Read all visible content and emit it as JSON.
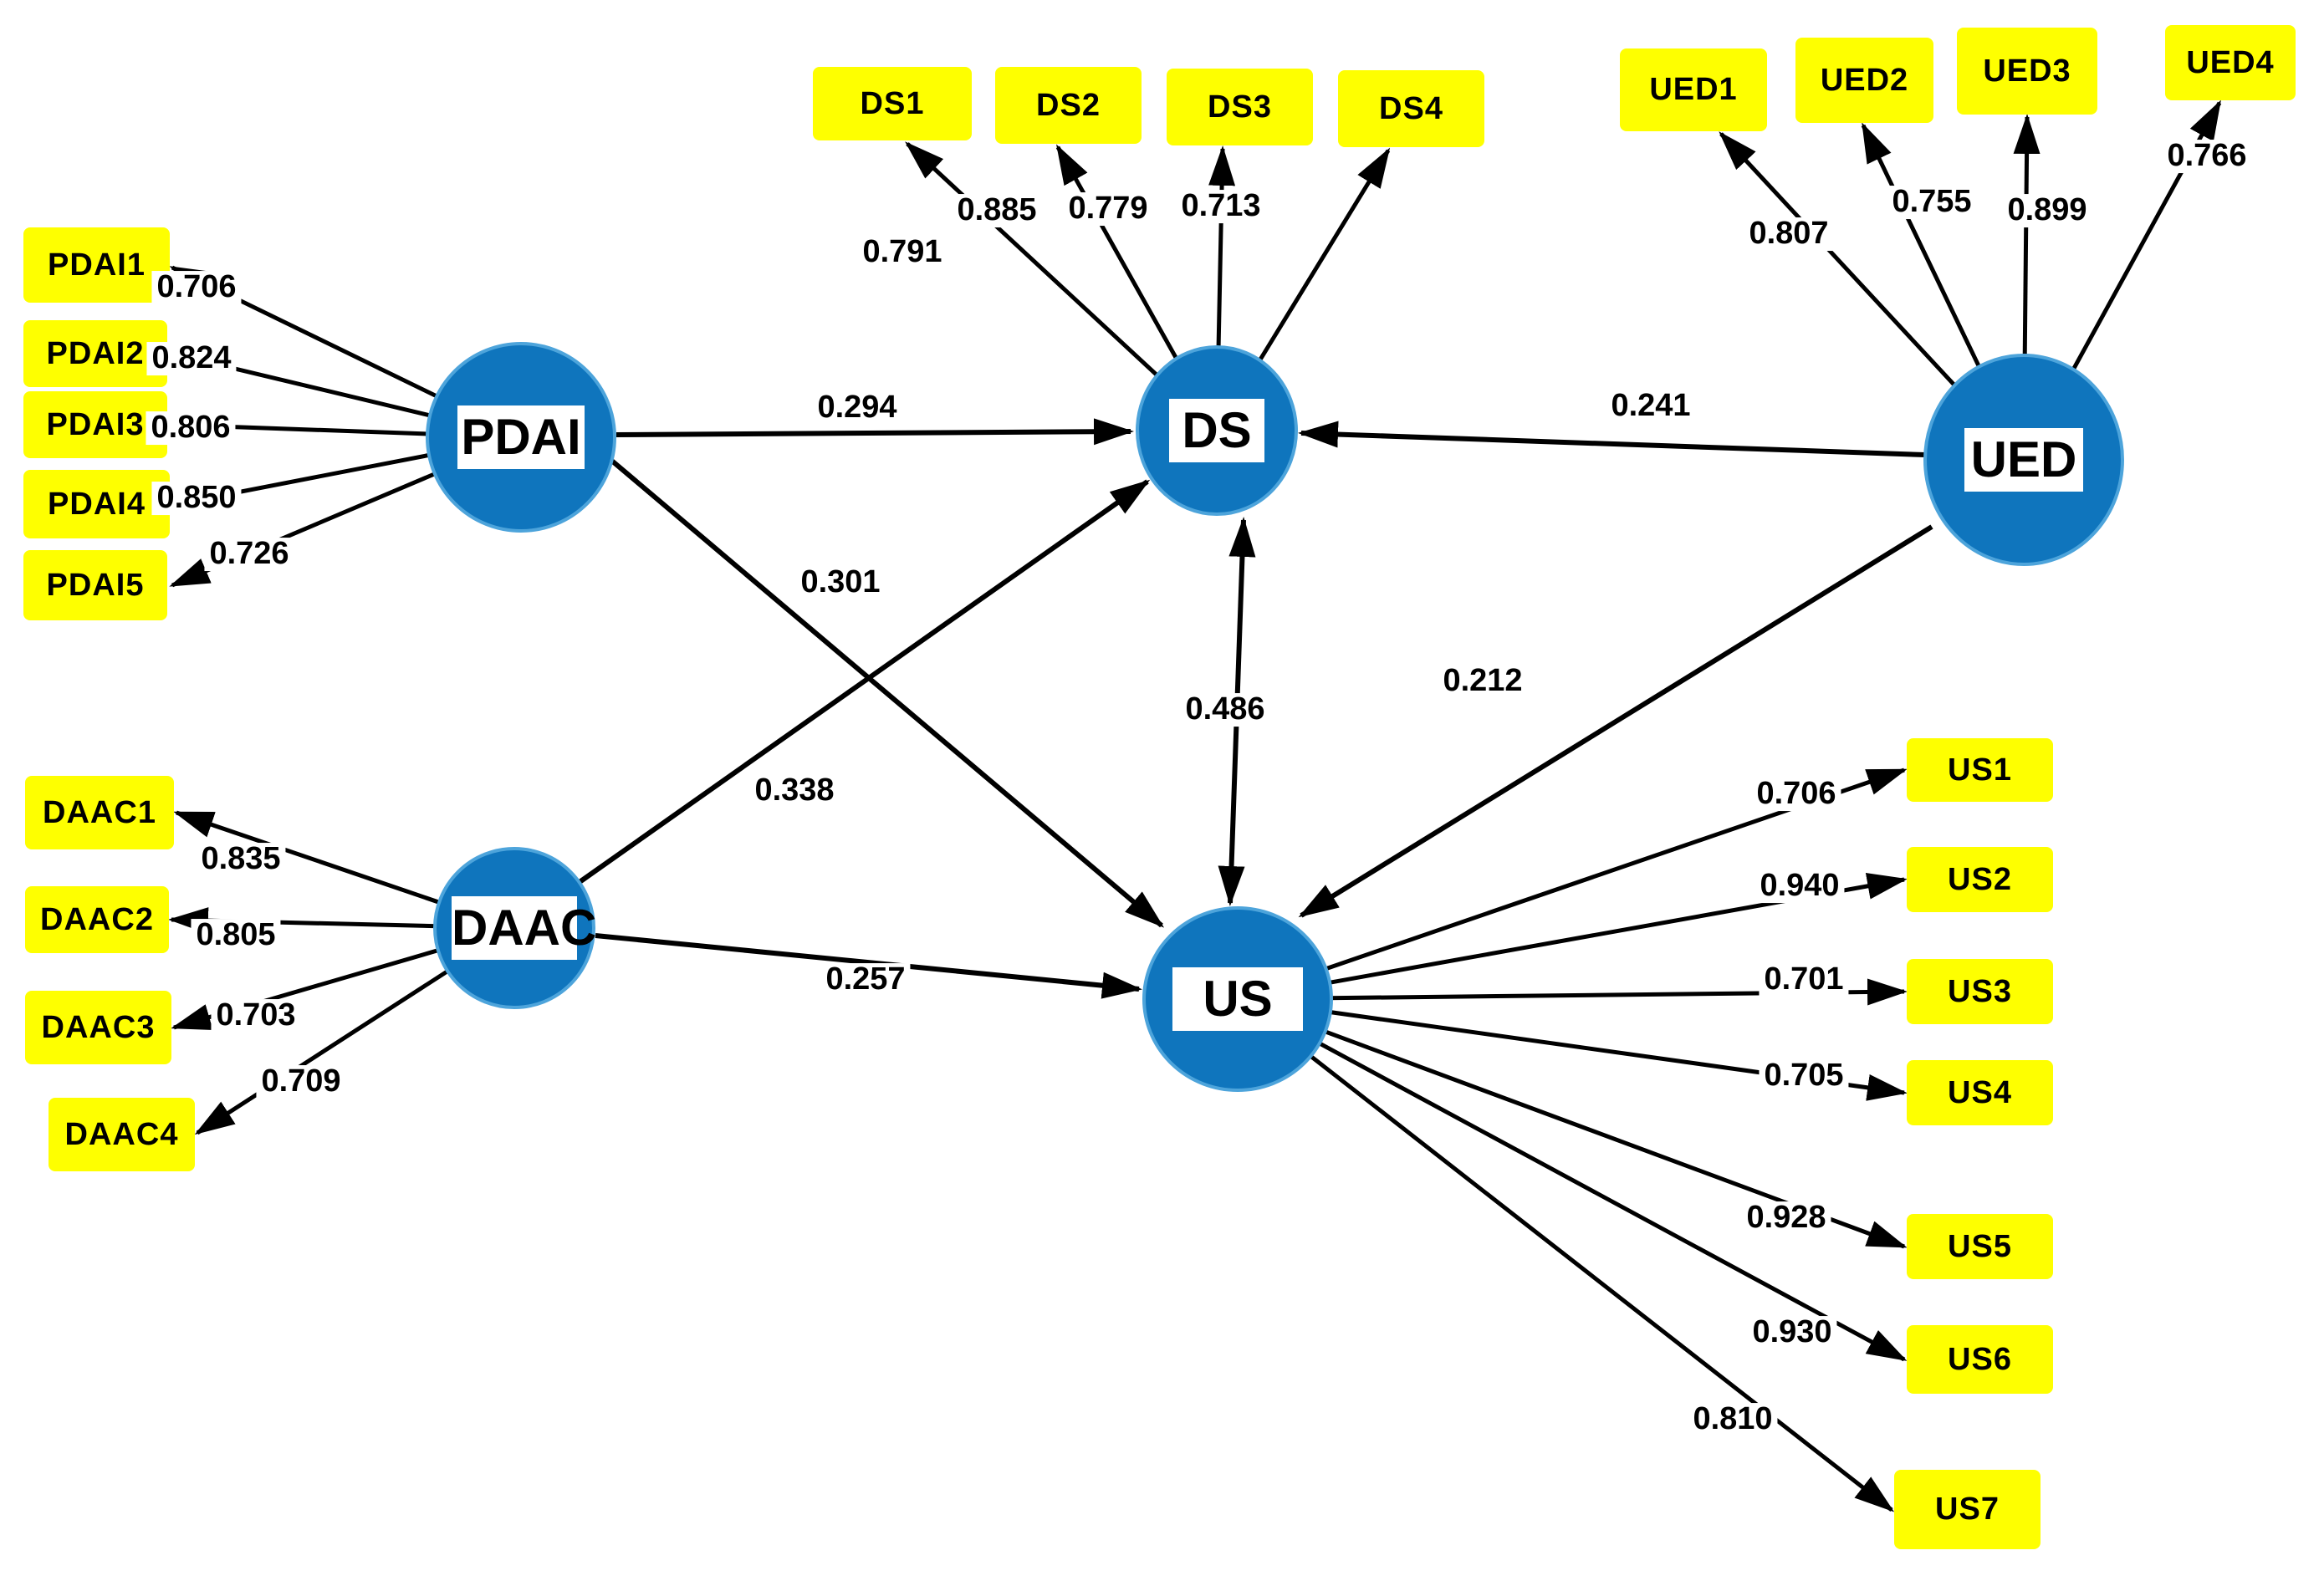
{
  "colors": {
    "latent_fill": "#0f75bd",
    "latent_ring": "#4da4db",
    "indicator_fill": "#feff00",
    "arrow": "#000000",
    "text": "#000000",
    "label_background": "#ffffff"
  },
  "latents": {
    "PDAI": {
      "label": "PDAI"
    },
    "DS": {
      "label": "DS"
    },
    "UED": {
      "label": "UED"
    },
    "DAAC": {
      "label": "DAAC"
    },
    "US": {
      "label": "US"
    }
  },
  "indicators": {
    "PDAI1": {
      "label": "PDAI1",
      "loading": "0.706"
    },
    "PDAI2": {
      "label": "PDAI2",
      "loading": "0.824"
    },
    "PDAI3": {
      "label": "PDAI3",
      "loading": "0.806"
    },
    "PDAI4": {
      "label": "PDAI4",
      "loading": "0.850"
    },
    "PDAI5": {
      "label": "PDAI5",
      "loading": "0.726"
    },
    "DS1": {
      "label": "DS1",
      "loading": "0.791"
    },
    "DS2": {
      "label": "DS2",
      "loading": "0.885"
    },
    "DS3": {
      "label": "DS3",
      "loading": "0.779"
    },
    "DS4": {
      "label": "DS4",
      "loading": "0.713"
    },
    "UED1": {
      "label": "UED1",
      "loading": "0.807"
    },
    "UED2": {
      "label": "UED2",
      "loading": "0.755"
    },
    "UED3": {
      "label": "UED3",
      "loading": "0.899"
    },
    "UED4": {
      "label": "UED4",
      "loading": "0.766"
    },
    "DAAC1": {
      "label": "DAAC1",
      "loading": "0.835"
    },
    "DAAC2": {
      "label": "DAAC2",
      "loading": "0.805"
    },
    "DAAC3": {
      "label": "DAAC3",
      "loading": "0.703"
    },
    "DAAC4": {
      "label": "DAAC4",
      "loading": "0.709"
    },
    "US1": {
      "label": "US1",
      "loading": "0.706"
    },
    "US2": {
      "label": "US2",
      "loading": "0.940"
    },
    "US3": {
      "label": "US3",
      "loading": "0.701"
    },
    "US4": {
      "label": "US4",
      "loading": "0.705"
    },
    "US5": {
      "label": "US5",
      "loading": "0.928"
    },
    "US6": {
      "label": "US6",
      "loading": "0.930"
    },
    "US7": {
      "label": "US7",
      "loading": "0.810"
    }
  },
  "paths": {
    "PDAI_DS": {
      "from": "PDAI",
      "to": "DS",
      "coefficient": "0.294",
      "type": "directed"
    },
    "PDAI_US": {
      "from": "PDAI",
      "to": "US",
      "coefficient": "0.301",
      "type": "directed"
    },
    "DAAC_DS": {
      "from": "DAAC",
      "to": "DS",
      "coefficient": "0.338",
      "type": "directed"
    },
    "DAAC_US": {
      "from": "DAAC",
      "to": "US",
      "coefficient": "0.257",
      "type": "directed"
    },
    "UED_DS": {
      "from": "UED",
      "to": "DS",
      "coefficient": "0.241",
      "type": "directed"
    },
    "UED_US": {
      "from": "UED",
      "to": "US",
      "coefficient": "0.212",
      "type": "directed"
    },
    "DS_US": {
      "from": "DS",
      "to": "US",
      "coefficient": "0.486",
      "type": "bidirectional"
    }
  }
}
